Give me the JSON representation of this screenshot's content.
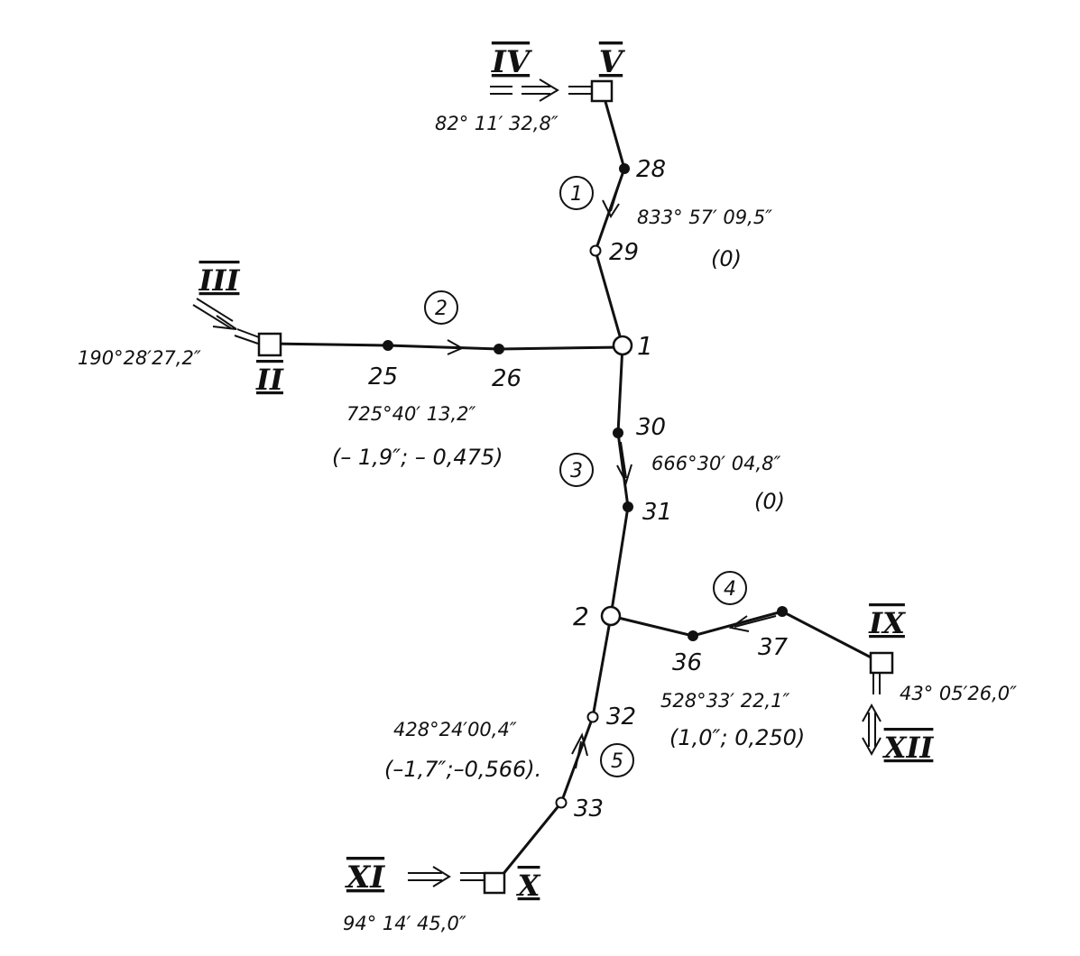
{
  "roman_labels": {
    "II": "II",
    "III": "III",
    "IV": "IV",
    "V": "V",
    "IX": "IX",
    "X": "X",
    "XI": "XI",
    "XII": "XII"
  },
  "point_labels": {
    "p1": "1",
    "p2": "2",
    "p25": "25",
    "p26": "26",
    "p28": "28",
    "p29": "29",
    "p30": "30",
    "p31": "31",
    "p32": "32",
    "p33": "33",
    "p36": "36",
    "p37": "37"
  },
  "traverse_numbers": [
    "1",
    "2",
    "3",
    "4",
    "5"
  ],
  "angles": {
    "V": "82° 11′ 32,8″",
    "II": "190°28′27,2″",
    "IX": "43° 05′26,0″",
    "X": "94° 14′ 45,0″"
  },
  "traverse_sums": {
    "t1": "833° 57′ 09,5″",
    "t2": "725°40′ 13,2″",
    "t3": "666°30′ 04,8″",
    "t4": "528°33′ 22,1″",
    "t5": "428°24′00,4″"
  },
  "corrections": {
    "t1": "(0)",
    "t2": "(– 1,9″; – 0,475)",
    "t3": "(0)",
    "t4": "(1,0″; 0,250)",
    "t5": "(–1,7″;–0,566)."
  }
}
